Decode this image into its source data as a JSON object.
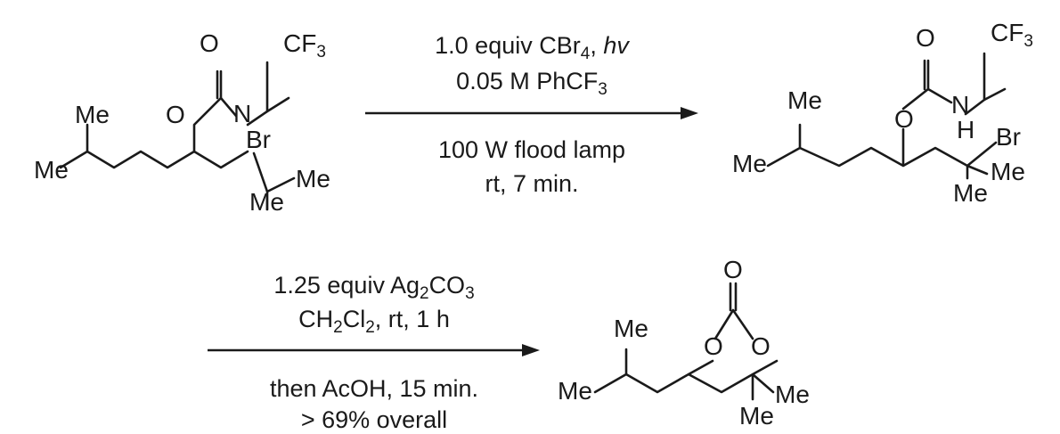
{
  "step1": {
    "reagent_line1": "1.0 equiv CBr",
    "reagent_line1_sub": "4",
    "reagent_line1_tail": ", ",
    "reagent_line1_hv": "hv",
    "reagent_line2": "0.05 M PhCF",
    "reagent_line2_sub": "3",
    "condition_line1": "100 W flood lamp",
    "condition_line2": "rt, 7 min."
  },
  "step2": {
    "reagent_line1": "1.25 equiv Ag",
    "reagent_line1_sub1": "2",
    "reagent_line1_mid": "CO",
    "reagent_line1_sub2": "3",
    "reagent_line2_a": "CH",
    "reagent_line2_sub1": "2",
    "reagent_line2_b": "Cl",
    "reagent_line2_sub2": "2",
    "reagent_line2_c": ", rt, 1 h",
    "condition_line1": "then AcOH, 15 min.",
    "condition_line2": "> 69% overall"
  },
  "atoms": {
    "O": "O",
    "N": "N",
    "Br": "Br",
    "Me": "Me",
    "H": "H",
    "CF": "CF",
    "CF_sub": "3"
  }
}
